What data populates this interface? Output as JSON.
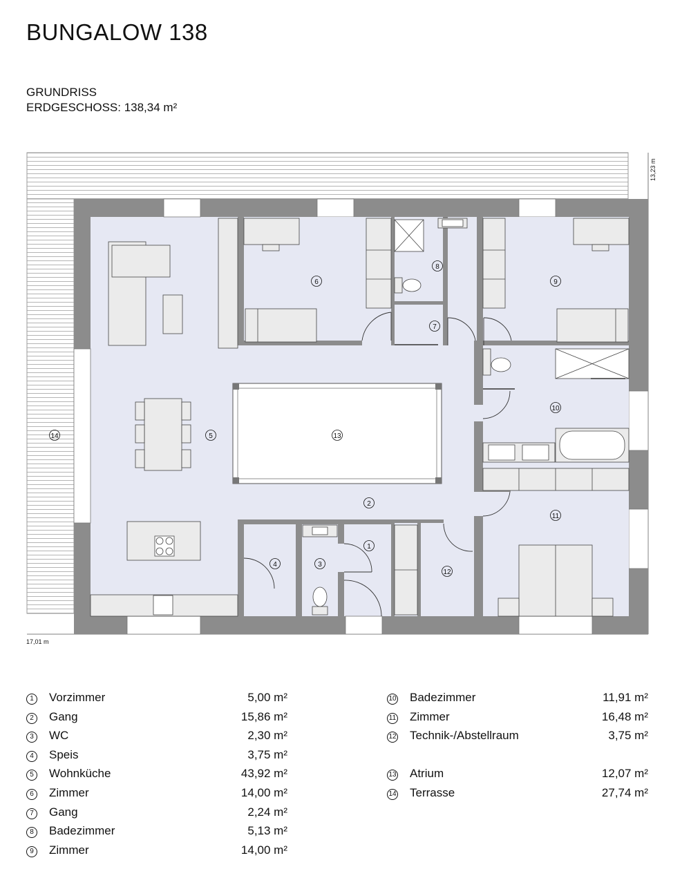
{
  "header": {
    "title": "BUNGALOW 138",
    "subtitle_1": "GRUNDRISS",
    "subtitle_2": "ERDGESCHOSS: 138,34 m²"
  },
  "dimensions": {
    "width_label": "17,01 m",
    "height_label": "13,23 m"
  },
  "plan_labels": {
    "r1": "1",
    "r2": "2",
    "r3": "3",
    "r4": "4",
    "r5": "5",
    "r6": "6",
    "r7": "7",
    "r8": "8",
    "r9": "9",
    "r10": "10",
    "r11": "11",
    "r12": "12",
    "r13": "13",
    "r14": "14"
  },
  "legend_left": [
    {
      "num": "1",
      "name": "Vorzimmer",
      "area": "5,00 m²"
    },
    {
      "num": "2",
      "name": "Gang",
      "area": "15,86 m²"
    },
    {
      "num": "3",
      "name": "WC",
      "area": "2,30 m²"
    },
    {
      "num": "4",
      "name": "Speis",
      "area": "3,75 m²"
    },
    {
      "num": "5",
      "name": "Wohnküche",
      "area": "43,92 m²"
    },
    {
      "num": "6",
      "name": "Zimmer",
      "area": "14,00 m²"
    },
    {
      "num": "7",
      "name": "Gang",
      "area": "2,24 m²"
    },
    {
      "num": "8",
      "name": "Badezimmer",
      "area": "5,13 m²"
    },
    {
      "num": "9",
      "name": "Zimmer",
      "area": "14,00 m²"
    }
  ],
  "legend_right": [
    {
      "num": "10",
      "name": "Badezimmer",
      "area": "11,91 m²"
    },
    {
      "num": "11",
      "name": "Zimmer",
      "area": "16,48 m²"
    },
    {
      "num": "12",
      "name": "Technik-/Abstellraum",
      "area": "3,75 m²"
    },
    {
      "num": "13",
      "name": "Atrium",
      "area": "12,07 m²"
    },
    {
      "num": "14",
      "name": "Terrasse",
      "area": "27,74 m²"
    }
  ],
  "colors": {
    "wall": "#8c8c8c",
    "floor": "#e6e8f3",
    "furniture": "#ebebeb",
    "terrace_line": "#b4b4b4"
  }
}
